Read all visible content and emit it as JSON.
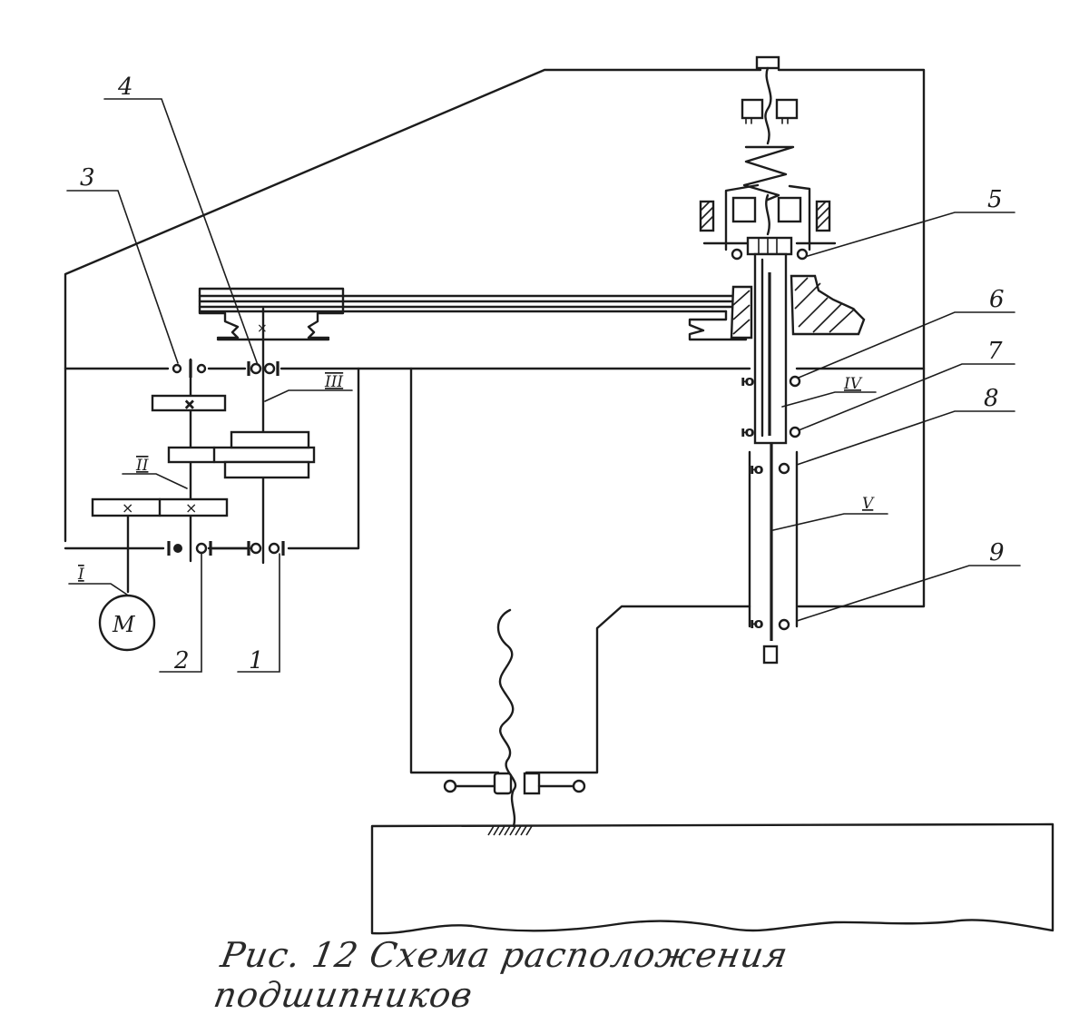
{
  "caption": "Рис. 12 Схема расположения подшипников",
  "bearing_labels": [
    "1",
    "2",
    "3",
    "4",
    "5",
    "6",
    "7",
    "8",
    "9"
  ],
  "shaft_labels": [
    "I",
    "II",
    "III",
    "IV",
    "V"
  ],
  "motor_label": "M",
  "colors": {
    "ink": "#1c1c1c",
    "background": "#ffffff"
  }
}
